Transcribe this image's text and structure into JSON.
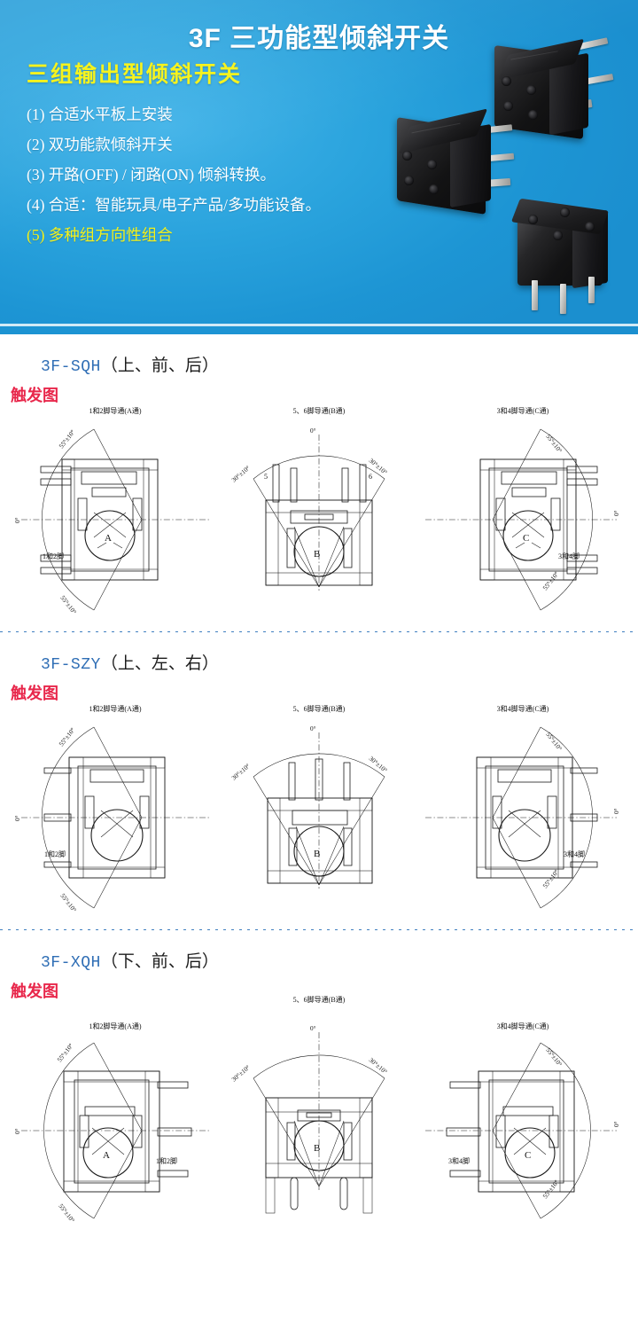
{
  "hero": {
    "title": "3F  三功能型倾斜开关",
    "subtitle": "三组输出型倾斜开关",
    "features": [
      "(1) 合适水平板上安装",
      "(2) 双功能款倾斜开关",
      "(3) 开路(OFF) / 闭路(ON)  倾斜转换。",
      "(4) 合适：智能玩具/电子产品/多功能设备。",
      "(5) 多种组方向性组合"
    ],
    "accent_index": 4,
    "colors": {
      "background": "#2aa3dd",
      "title": "#ffffff",
      "subtitle": "#f6f31e",
      "feature": "#ffffff",
      "feature_accent": "#f3f01c"
    }
  },
  "sections": [
    {
      "model": "3F-SQH",
      "orientation": "（上、前、后）",
      "trigger_label": "触发图",
      "diagrams": [
        {
          "caption": "1和2脚导通(A通)",
          "letter": "A",
          "pin_label": "1和2脚",
          "angle_top": "55°±10°",
          "angle_bottom": "55°±10°",
          "axis_label": "0°",
          "arc_side": "left"
        },
        {
          "caption": "5、6脚导通(B通)",
          "letter": "B",
          "pin_left": "5",
          "pin_right": "6",
          "angle_left": "30°±10°",
          "angle_right": "30°±10°",
          "axis_label": "0°",
          "arc_side": "top"
        },
        {
          "caption": "3和4脚导通(C通)",
          "letter": "C",
          "pin_label": "3和4脚",
          "angle_top": "55°±10°",
          "angle_bottom": "55°±10°",
          "axis_label": "0°",
          "arc_side": "right"
        }
      ]
    },
    {
      "model": "3F-SZY",
      "orientation": "（上、左、右）",
      "trigger_label": "触发图",
      "diagrams": [
        {
          "caption": "1和2脚导通(A通)",
          "letter": "",
          "pin_label": "1和2脚",
          "angle_top": "55°±10°",
          "angle_bottom": "55°±10°",
          "axis_label": "0°",
          "arc_side": "left"
        },
        {
          "caption": "5、6脚导通(B通)",
          "letter": "B",
          "pin_left": "",
          "pin_right": "",
          "angle_left": "30°±10°",
          "angle_right": "30°±10°",
          "axis_label": "0°",
          "arc_side": "top"
        },
        {
          "caption": "3和4脚导通(C通)",
          "letter": "",
          "pin_label": "3和4脚",
          "angle_top": "55°±10°",
          "angle_bottom": "55°±10°",
          "axis_label": "0°",
          "arc_side": "right"
        }
      ]
    },
    {
      "model": "3F-XQH",
      "orientation": "（下、前、后）",
      "trigger_label": "触发图",
      "diagrams": [
        {
          "caption": "1和2脚导通(A通)",
          "letter": "A",
          "pin_label": "1和2脚",
          "angle_top": "55°±10°",
          "angle_bottom": "55°±10°",
          "axis_label": "0°",
          "arc_side": "left"
        },
        {
          "caption": "5、6脚导通(B通)",
          "letter": "B",
          "pin_left": "",
          "pin_right": "",
          "angle_left": "30°±10°",
          "angle_right": "30°±10°",
          "axis_label": "0°",
          "arc_side": "top"
        },
        {
          "caption": "3和4脚导通(C通)",
          "letter": "C",
          "pin_label": "3和4脚",
          "angle_top": "55°±10°",
          "angle_bottom": "55°±10°",
          "axis_label": "0°",
          "arc_side": "right"
        }
      ]
    }
  ]
}
